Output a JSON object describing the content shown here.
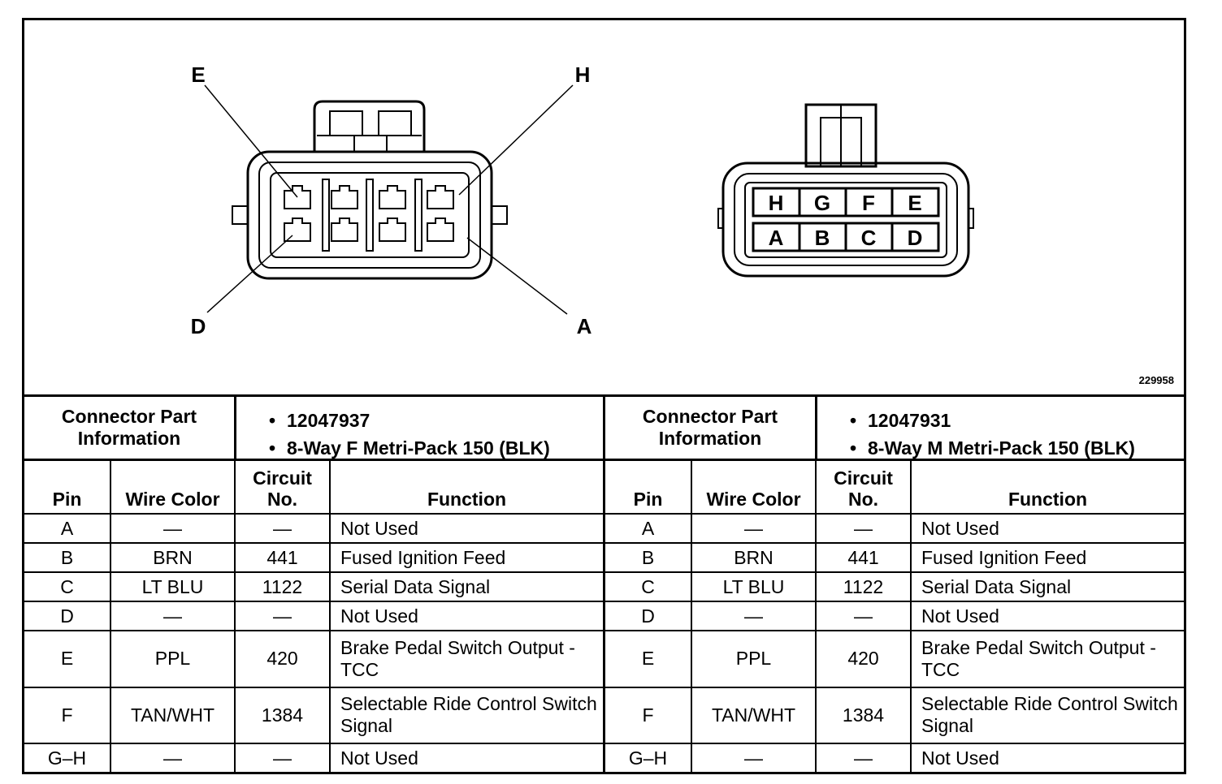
{
  "diagram": {
    "female_callouts": {
      "top_left": "E",
      "top_right": "H",
      "bottom_left": "D",
      "bottom_right": "A"
    },
    "male_cavities": {
      "top_row": [
        "H",
        "G",
        "F",
        "E"
      ],
      "bottom_row": [
        "A",
        "B",
        "C",
        "D"
      ]
    },
    "figure_number": "229958"
  },
  "left": {
    "connector_label": "Connector Part\nInformation",
    "part_number": "12047937",
    "description": "8-Way F Metri-Pack 150 (BLK)",
    "headers": {
      "pin": "Pin",
      "wire_color": "Wire Color",
      "circuit": "Circuit No.",
      "function": "Function"
    },
    "rows": [
      {
        "pin": "A",
        "wire": "—",
        "circuit": "—",
        "function": "Not Used"
      },
      {
        "pin": "B",
        "wire": "BRN",
        "circuit": "441",
        "function": "Fused Ignition Feed"
      },
      {
        "pin": "C",
        "wire": "LT BLU",
        "circuit": "1122",
        "function": "Serial Data Signal"
      },
      {
        "pin": "D",
        "wire": "—",
        "circuit": "—",
        "function": "Not Used"
      },
      {
        "pin": "E",
        "wire": "PPL",
        "circuit": "420",
        "function": "Brake Pedal Switch Output - TCC"
      },
      {
        "pin": "F",
        "wire": "TAN/WHT",
        "circuit": "1384",
        "function": "Selectable Ride Control Switch Signal"
      },
      {
        "pin": "G–H",
        "wire": "—",
        "circuit": "—",
        "function": "Not Used"
      }
    ]
  },
  "right": {
    "connector_label": "Connector Part\nInformation",
    "part_number": "12047931",
    "description": "8-Way M Metri-Pack 150 (BLK)",
    "headers": {
      "pin": "Pin",
      "wire_color": "Wire Color",
      "circuit": "Circuit No.",
      "function": "Function"
    },
    "rows": [
      {
        "pin": "A",
        "wire": "—",
        "circuit": "—",
        "function": "Not Used"
      },
      {
        "pin": "B",
        "wire": "BRN",
        "circuit": "441",
        "function": "Fused Ignition Feed"
      },
      {
        "pin": "C",
        "wire": "LT BLU",
        "circuit": "1122",
        "function": "Serial Data Signal"
      },
      {
        "pin": "D",
        "wire": "—",
        "circuit": "—",
        "function": "Not Used"
      },
      {
        "pin": "E",
        "wire": "PPL",
        "circuit": "420",
        "function": "Brake Pedal Switch Output - TCC"
      },
      {
        "pin": "F",
        "wire": "TAN/WHT",
        "circuit": "1384",
        "function": "Selectable Ride Control Switch Signal"
      },
      {
        "pin": "G–H",
        "wire": "—",
        "circuit": "—",
        "function": "Not Used"
      }
    ]
  }
}
